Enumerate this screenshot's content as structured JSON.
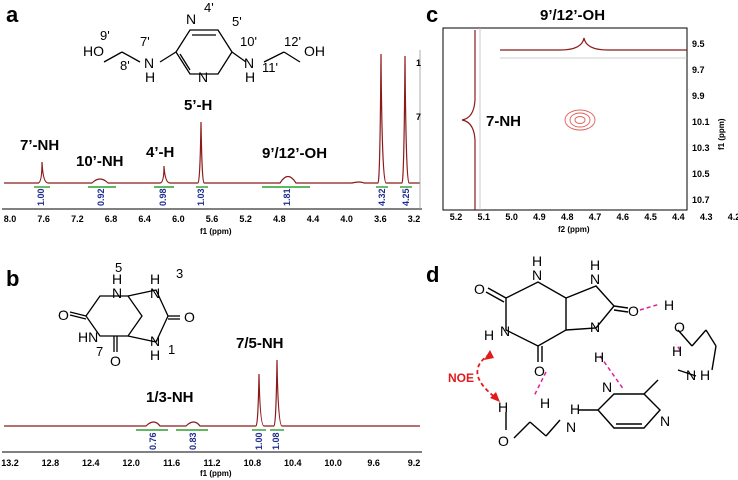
{
  "panels": {
    "a": {
      "letter": "a",
      "peaks": [
        "7’-NH",
        "10’-NH",
        "4’-H",
        "5’-H",
        "9’/12’-OH"
      ],
      "integrals": [
        "1.00",
        "0.92",
        "0.98",
        "1.03",
        "1.81",
        "4.32",
        "4.25"
      ],
      "ticks": [
        "8.0",
        "7.6",
        "7.2",
        "6.8",
        "6.4",
        "6.0",
        "5.6",
        "5.2",
        "4.8",
        "4.4",
        "4.0",
        "3.6",
        "3.2"
      ],
      "axis_unit": "f1 (ppm)",
      "structure_labels": {
        "ho_left": "HO",
        "ho_right": "OH",
        "n7": "7'",
        "n8": "8'",
        "n9": "9'",
        "n4": "4'",
        "n5": "5'",
        "n10": "10'",
        "n11": "11'",
        "n12": "12'",
        "nh_left": "N",
        "h_left": "H",
        "n_ring1": "N",
        "n_ring2": "N",
        "nh_right": "N",
        "h_right": "H"
      },
      "right_ticks": [
        "1",
        "7"
      ]
    },
    "b": {
      "letter": "b",
      "peaks": [
        "1/3-NH",
        "7/5-NH"
      ],
      "integrals": [
        "0.76",
        "0.83",
        "1.00",
        "1.08"
      ],
      "ticks": [
        "13.2",
        "12.8",
        "12.4",
        "12.0",
        "11.6",
        "11.2",
        "10.8",
        "10.4",
        "10.0",
        "9.6",
        "9.2"
      ],
      "axis_unit": "f1 (ppm)",
      "structure_labels": {
        "five": "5",
        "three": "3",
        "seven": "7",
        "one": "1",
        "hn_top": "H",
        "n_top": "N",
        "n_top2": "N",
        "h_top2": "H",
        "hn_left": "HN",
        "n_left": "N",
        "n_bottom": "N",
        "h_bottom": "H",
        "o1": "O",
        "o2": "O",
        "o3": "O"
      }
    },
    "c": {
      "letter": "c",
      "top_label": "9’/12’-OH",
      "left_label": "7-NH",
      "x_ticks": [
        "5.2",
        "5.1",
        "5.0",
        "4.9",
        "4.8",
        "4.7",
        "4.6",
        "4.5",
        "4.4",
        "4.3",
        "4.2"
      ],
      "y_ticks": [
        "9.5",
        "9.7",
        "9.9",
        "10.1",
        "10.3",
        "10.5",
        "10.7"
      ],
      "x_unit": "f2 (ppm)",
      "y_unit": "f1 (ppm)"
    },
    "d": {
      "letter": "d",
      "noe_label": "NOE",
      "atoms": {
        "o_tl": "O",
        "n_tl": "N",
        "h_tl": "H",
        "n_tr": "N",
        "h_tr": "H",
        "n_ml": "N",
        "h_ml": "H",
        "o_r": "O",
        "h_r1": "H",
        "o_r2": "O",
        "h_r2": "H",
        "n_r": "N",
        "h_r3": "H",
        "n_b1": "N",
        "h_b1": "H",
        "o_bottom": "O",
        "o_mid": "O",
        "h_o": "H",
        "h_nh": "H",
        "n_pyr1": "N",
        "n_pyr2": "N",
        "o_left": "O",
        "h_left": "H",
        "n_left2": "N",
        "h_n2": "H"
      }
    }
  },
  "colors": {
    "spectrum": "#8b1a1a",
    "integral": "#1f2e8f",
    "baseline_mark": "#2ca02c",
    "hbond": "#e0209b",
    "noe": "#e31a1c"
  }
}
